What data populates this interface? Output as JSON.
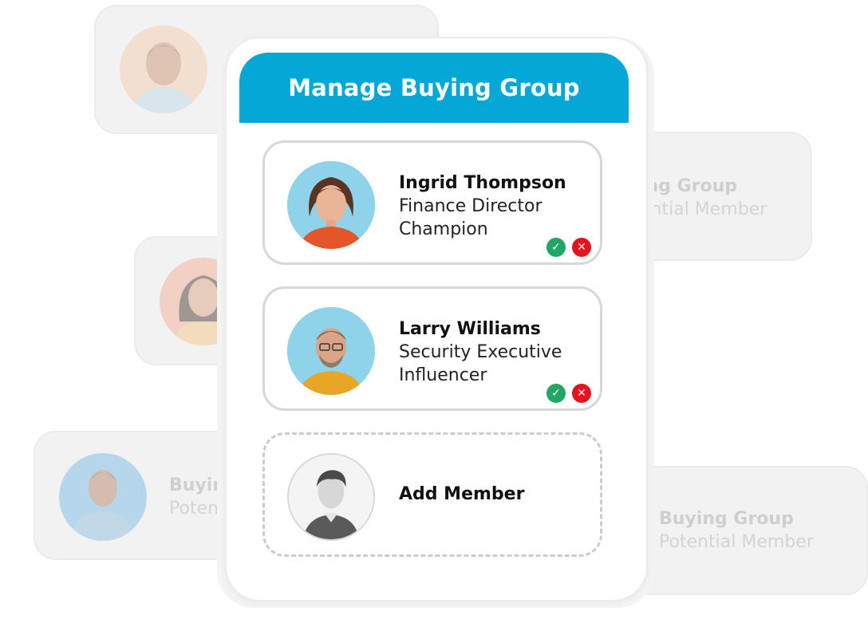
{
  "panel": {
    "title": "Manage Buying Group",
    "accent_color": "#03a8d6"
  },
  "members": [
    {
      "name": "Ingrid Thompson",
      "role": "Finance Director",
      "type": "Champion",
      "approve_icon": "check-icon",
      "reject_icon": "close-icon",
      "approve_glyph": "✓",
      "reject_glyph": "✕"
    },
    {
      "name": "Larry Williams",
      "role": "Security Executive",
      "type": "Influencer",
      "approve_icon": "check-icon",
      "reject_icon": "close-icon",
      "approve_glyph": "✓",
      "reject_glyph": "✕"
    }
  ],
  "add_member": {
    "label": "Add Member",
    "icon": "person-placeholder-icon"
  },
  "background_cards": [
    {
      "title": "ing Group",
      "subtitle": "ential Member"
    },
    {
      "title": "Buyin",
      "subtitle": "Poten"
    },
    {
      "title": "Buying Group",
      "subtitle": "Potential Member"
    }
  ],
  "colors": {
    "approve": "#21a665",
    "reject": "#e5131e"
  }
}
